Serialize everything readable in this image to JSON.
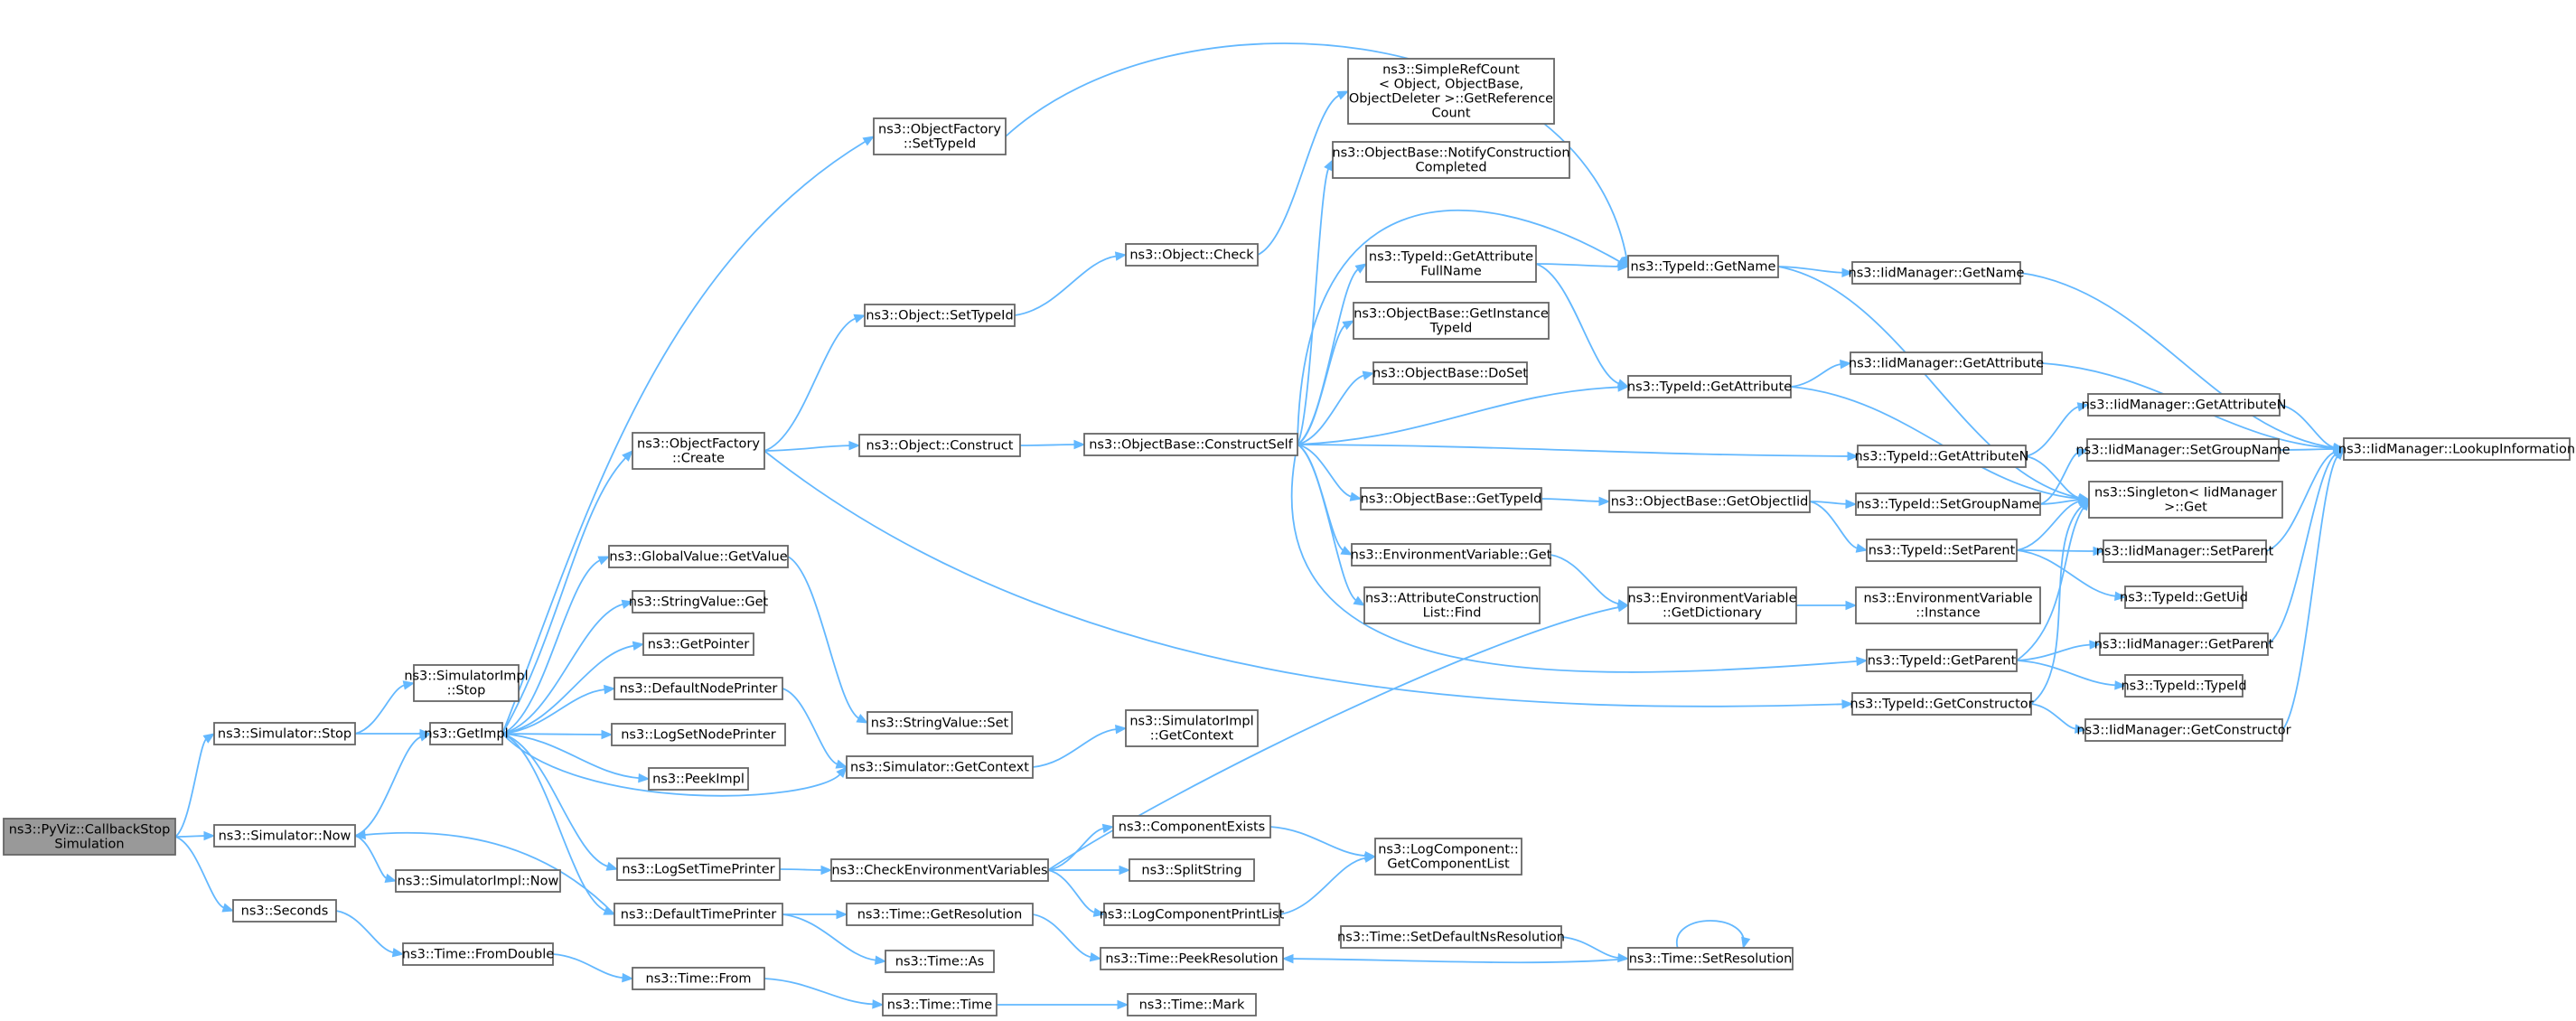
{
  "graph": {
    "colors": {
      "edge": "#63b8ff",
      "node_border": "#666666",
      "root_fill": "#999999",
      "node_fill": "#ffffff"
    },
    "nodes": [
      {
        "id": "root",
        "lines": [
          "ns3::PyViz::CallbackStop",
          "Simulation"
        ],
        "root": true
      },
      {
        "id": "simStop",
        "lines": [
          "ns3::Simulator::Stop"
        ]
      },
      {
        "id": "simNow",
        "lines": [
          "ns3::Simulator::Now"
        ]
      },
      {
        "id": "seconds",
        "lines": [
          "ns3::Seconds"
        ]
      },
      {
        "id": "simImplStop",
        "lines": [
          "ns3::SimulatorImpl",
          "::Stop"
        ]
      },
      {
        "id": "getImpl",
        "lines": [
          "ns3::GetImpl"
        ]
      },
      {
        "id": "simImplNow",
        "lines": [
          "ns3::SimulatorImpl::Now"
        ]
      },
      {
        "id": "fromDouble",
        "lines": [
          "ns3::Time::FromDouble"
        ]
      },
      {
        "id": "ofCreate",
        "lines": [
          "ns3::ObjectFactory",
          "::Create"
        ]
      },
      {
        "id": "gvGetValue",
        "lines": [
          "ns3::GlobalValue::GetValue"
        ]
      },
      {
        "id": "svGet",
        "lines": [
          "ns3::StringValue::Get"
        ]
      },
      {
        "id": "getPointer",
        "lines": [
          "ns3::GetPointer"
        ]
      },
      {
        "id": "defNodePrinter",
        "lines": [
          "ns3::DefaultNodePrinter"
        ]
      },
      {
        "id": "logSetNodePrinter",
        "lines": [
          "ns3::LogSetNodePrinter"
        ]
      },
      {
        "id": "peekImpl",
        "lines": [
          "ns3::PeekImpl"
        ]
      },
      {
        "id": "logSetTimePrinter",
        "lines": [
          "ns3::LogSetTimePrinter"
        ]
      },
      {
        "id": "defTimePrinter",
        "lines": [
          "ns3::DefaultTimePrinter"
        ]
      },
      {
        "id": "timeFrom",
        "lines": [
          "ns3::Time::From"
        ]
      },
      {
        "id": "ofSetTypeId",
        "lines": [
          "ns3::ObjectFactory",
          "::SetTypeId"
        ]
      },
      {
        "id": "objSetTypeId",
        "lines": [
          "ns3::Object::SetTypeId"
        ]
      },
      {
        "id": "objConstruct",
        "lines": [
          "ns3::Object::Construct"
        ]
      },
      {
        "id": "svSet",
        "lines": [
          "ns3::StringValue::Set"
        ]
      },
      {
        "id": "simGetContext",
        "lines": [
          "ns3::Simulator::GetContext"
        ]
      },
      {
        "id": "checkEnv",
        "lines": [
          "ns3::CheckEnvironmentVariables"
        ]
      },
      {
        "id": "timeGetRes",
        "lines": [
          "ns3::Time::GetResolution"
        ]
      },
      {
        "id": "timeAs",
        "lines": [
          "ns3::Time::As"
        ]
      },
      {
        "id": "timeTime",
        "lines": [
          "ns3::Time::Time"
        ]
      },
      {
        "id": "objCheck",
        "lines": [
          "ns3::Object::Check"
        ]
      },
      {
        "id": "simImplGetContext",
        "lines": [
          "ns3::SimulatorImpl",
          "::GetContext"
        ]
      },
      {
        "id": "compExists",
        "lines": [
          "ns3::ComponentExists"
        ]
      },
      {
        "id": "splitString",
        "lines": [
          "ns3::SplitString"
        ]
      },
      {
        "id": "logCompPrintList",
        "lines": [
          "ns3::LogComponentPrintList"
        ]
      },
      {
        "id": "timePeekRes",
        "lines": [
          "ns3::Time::PeekResolution"
        ]
      },
      {
        "id": "timeMark",
        "lines": [
          "ns3::Time::Mark"
        ]
      },
      {
        "id": "obConstructSelf",
        "lines": [
          "ns3::ObjectBase::ConstructSelf"
        ]
      },
      {
        "id": "logCompGetList",
        "lines": [
          "ns3::LogComponent::",
          "GetComponentList"
        ]
      },
      {
        "id": "simpleRefCount",
        "lines": [
          "ns3::SimpleRefCount",
          "< Object, ObjectBase,",
          "ObjectDeleter >::GetReference",
          "Count"
        ]
      },
      {
        "id": "obNotify",
        "lines": [
          "ns3::ObjectBase::NotifyConstruction",
          "Completed"
        ]
      },
      {
        "id": "tidGetAttrFullName",
        "lines": [
          "ns3::TypeId::GetAttribute",
          "FullName"
        ]
      },
      {
        "id": "obGetInstanceTid",
        "lines": [
          "ns3::ObjectBase::GetInstance",
          "TypeId"
        ]
      },
      {
        "id": "obDoSet",
        "lines": [
          "ns3::ObjectBase::DoSet"
        ]
      },
      {
        "id": "obGetTypeId",
        "lines": [
          "ns3::ObjectBase::GetTypeId"
        ]
      },
      {
        "id": "envGet",
        "lines": [
          "ns3::EnvironmentVariable::Get"
        ]
      },
      {
        "id": "attrConstrFind",
        "lines": [
          "ns3::AttributeConstruction",
          "List::Find"
        ]
      },
      {
        "id": "timeSetDefNs",
        "lines": [
          "ns3::Time::SetDefaultNsResolution"
        ]
      },
      {
        "id": "tidGetName",
        "lines": [
          "ns3::TypeId::GetName"
        ]
      },
      {
        "id": "tidGetAttribute",
        "lines": [
          "ns3::TypeId::GetAttribute"
        ]
      },
      {
        "id": "obGetObjectIid",
        "lines": [
          "ns3::ObjectBase::GetObjectIid"
        ]
      },
      {
        "id": "envGetDict",
        "lines": [
          "ns3::EnvironmentVariable",
          "::GetDictionary"
        ]
      },
      {
        "id": "timeSetRes",
        "lines": [
          "ns3::Time::SetResolution"
        ]
      },
      {
        "id": "iidGetName",
        "lines": [
          "ns3::IidManager::GetName"
        ]
      },
      {
        "id": "iidGetAttribute",
        "lines": [
          "ns3::IidManager::GetAttribute"
        ]
      },
      {
        "id": "tidGetAttributeN",
        "lines": [
          "ns3::TypeId::GetAttributeN"
        ]
      },
      {
        "id": "tidSetGroupName",
        "lines": [
          "ns3::TypeId::SetGroupName"
        ]
      },
      {
        "id": "tidSetParent",
        "lines": [
          "ns3::TypeId::SetParent"
        ]
      },
      {
        "id": "envInstance",
        "lines": [
          "ns3::EnvironmentVariable",
          "::Instance"
        ]
      },
      {
        "id": "tidGetParent",
        "lines": [
          "ns3::TypeId::GetParent"
        ]
      },
      {
        "id": "tidGetConstructor",
        "lines": [
          "ns3::TypeId::GetConstructor"
        ]
      },
      {
        "id": "iidGetAttributeN",
        "lines": [
          "ns3::IidManager::GetAttributeN"
        ]
      },
      {
        "id": "iidSetGroupName",
        "lines": [
          "ns3::IidManager::SetGroupName"
        ]
      },
      {
        "id": "singletonGet",
        "lines": [
          "ns3::Singleton< IidManager",
          ">::Get"
        ]
      },
      {
        "id": "iidSetParent",
        "lines": [
          "ns3::IidManager::SetParent"
        ]
      },
      {
        "id": "tidGetUid",
        "lines": [
          "ns3::TypeId::GetUid"
        ]
      },
      {
        "id": "iidGetParent",
        "lines": [
          "ns3::IidManager::GetParent"
        ]
      },
      {
        "id": "tidTypeId",
        "lines": [
          "ns3::TypeId::TypeId"
        ]
      },
      {
        "id": "iidGetConstructor",
        "lines": [
          "ns3::IidManager::GetConstructor"
        ]
      },
      {
        "id": "iidLookup",
        "lines": [
          "ns3::IidManager::LookupInformation"
        ]
      }
    ],
    "edges": [
      [
        "root",
        "simStop"
      ],
      [
        "root",
        "simNow"
      ],
      [
        "root",
        "seconds"
      ],
      [
        "simStop",
        "simImplStop"
      ],
      [
        "simStop",
        "getImpl"
      ],
      [
        "simNow",
        "getImpl"
      ],
      [
        "simNow",
        "simImplNow"
      ],
      [
        "seconds",
        "fromDouble"
      ],
      [
        "fromDouble",
        "timeFrom"
      ],
      [
        "timeFrom",
        "timeTime"
      ],
      [
        "timeTime",
        "timeMark"
      ],
      [
        "getImpl",
        "ofCreate"
      ],
      [
        "getImpl",
        "ofSetTypeId"
      ],
      [
        "getImpl",
        "gvGetValue"
      ],
      [
        "getImpl",
        "svGet"
      ],
      [
        "getImpl",
        "getPointer"
      ],
      [
        "getImpl",
        "defNodePrinter"
      ],
      [
        "getImpl",
        "logSetNodePrinter"
      ],
      [
        "getImpl",
        "peekImpl"
      ],
      [
        "getImpl",
        "logSetTimePrinter"
      ],
      [
        "getImpl",
        "defTimePrinter"
      ],
      [
        "getImpl",
        "simGetContext"
      ],
      [
        "defTimePrinter",
        "simNow"
      ],
      [
        "ofCreate",
        "objSetTypeId"
      ],
      [
        "ofCreate",
        "objConstruct"
      ],
      [
        "ofCreate",
        "tidGetConstructor"
      ],
      [
        "ofSetTypeId",
        "tidGetName"
      ],
      [
        "gvGetValue",
        "svSet"
      ],
      [
        "defNodePrinter",
        "simGetContext"
      ],
      [
        "simGetContext",
        "simImplGetContext"
      ],
      [
        "logSetTimePrinter",
        "checkEnv"
      ],
      [
        "defTimePrinter",
        "timeGetRes"
      ],
      [
        "defTimePrinter",
        "timeAs"
      ],
      [
        "checkEnv",
        "envGetDict"
      ],
      [
        "checkEnv",
        "compExists"
      ],
      [
        "checkEnv",
        "splitString"
      ],
      [
        "checkEnv",
        "logCompPrintList"
      ],
      [
        "compExists",
        "logCompGetList"
      ],
      [
        "logCompPrintList",
        "logCompGetList"
      ],
      [
        "timeGetRes",
        "timePeekRes"
      ],
      [
        "timeSetDefNs",
        "timeSetRes"
      ],
      [
        "timeSetRes",
        "timePeekRes"
      ],
      [
        "timeSetRes",
        "timeSetRes"
      ],
      [
        "objSetTypeId",
        "objCheck"
      ],
      [
        "objCheck",
        "simpleRefCount"
      ],
      [
        "objConstruct",
        "obConstructSelf"
      ],
      [
        "obConstructSelf",
        "obNotify"
      ],
      [
        "obConstructSelf",
        "tidGetName"
      ],
      [
        "obConstructSelf",
        "tidGetAttrFullName"
      ],
      [
        "obConstructSelf",
        "obGetInstanceTid"
      ],
      [
        "obConstructSelf",
        "obDoSet"
      ],
      [
        "obConstructSelf",
        "tidGetAttribute"
      ],
      [
        "obConstructSelf",
        "tidGetAttributeN"
      ],
      [
        "obConstructSelf",
        "obGetTypeId"
      ],
      [
        "obConstructSelf",
        "envGet"
      ],
      [
        "obConstructSelf",
        "attrConstrFind"
      ],
      [
        "obConstructSelf",
        "tidGetParent"
      ],
      [
        "tidGetAttrFullName",
        "tidGetName"
      ],
      [
        "tidGetAttrFullName",
        "tidGetAttribute"
      ],
      [
        "obGetTypeId",
        "obGetObjectIid"
      ],
      [
        "obGetObjectIid",
        "tidSetGroupName"
      ],
      [
        "obGetObjectIid",
        "tidSetParent"
      ],
      [
        "envGet",
        "envGetDict"
      ],
      [
        "envGetDict",
        "envInstance"
      ],
      [
        "tidGetName",
        "iidGetName"
      ],
      [
        "tidGetName",
        "singletonGet"
      ],
      [
        "tidGetAttribute",
        "iidGetAttribute"
      ],
      [
        "tidGetAttribute",
        "singletonGet"
      ],
      [
        "tidGetAttributeN",
        "iidGetAttributeN"
      ],
      [
        "tidGetAttributeN",
        "singletonGet"
      ],
      [
        "tidSetGroupName",
        "iidSetGroupName"
      ],
      [
        "tidSetGroupName",
        "singletonGet"
      ],
      [
        "tidSetParent",
        "iidSetParent"
      ],
      [
        "tidSetParent",
        "singletonGet"
      ],
      [
        "tidSetParent",
        "tidGetUid"
      ],
      [
        "tidGetParent",
        "iidGetParent"
      ],
      [
        "tidGetParent",
        "singletonGet"
      ],
      [
        "tidGetParent",
        "tidTypeId"
      ],
      [
        "tidGetConstructor",
        "iidGetConstructor"
      ],
      [
        "tidGetConstructor",
        "singletonGet"
      ],
      [
        "iidGetName",
        "iidLookup"
      ],
      [
        "iidGetAttribute",
        "iidLookup"
      ],
      [
        "iidGetAttributeN",
        "iidLookup"
      ],
      [
        "iidSetGroupName",
        "iidLookup"
      ],
      [
        "iidSetParent",
        "iidLookup"
      ],
      [
        "iidGetParent",
        "iidLookup"
      ],
      [
        "iidGetConstructor",
        "iidLookup"
      ]
    ]
  }
}
